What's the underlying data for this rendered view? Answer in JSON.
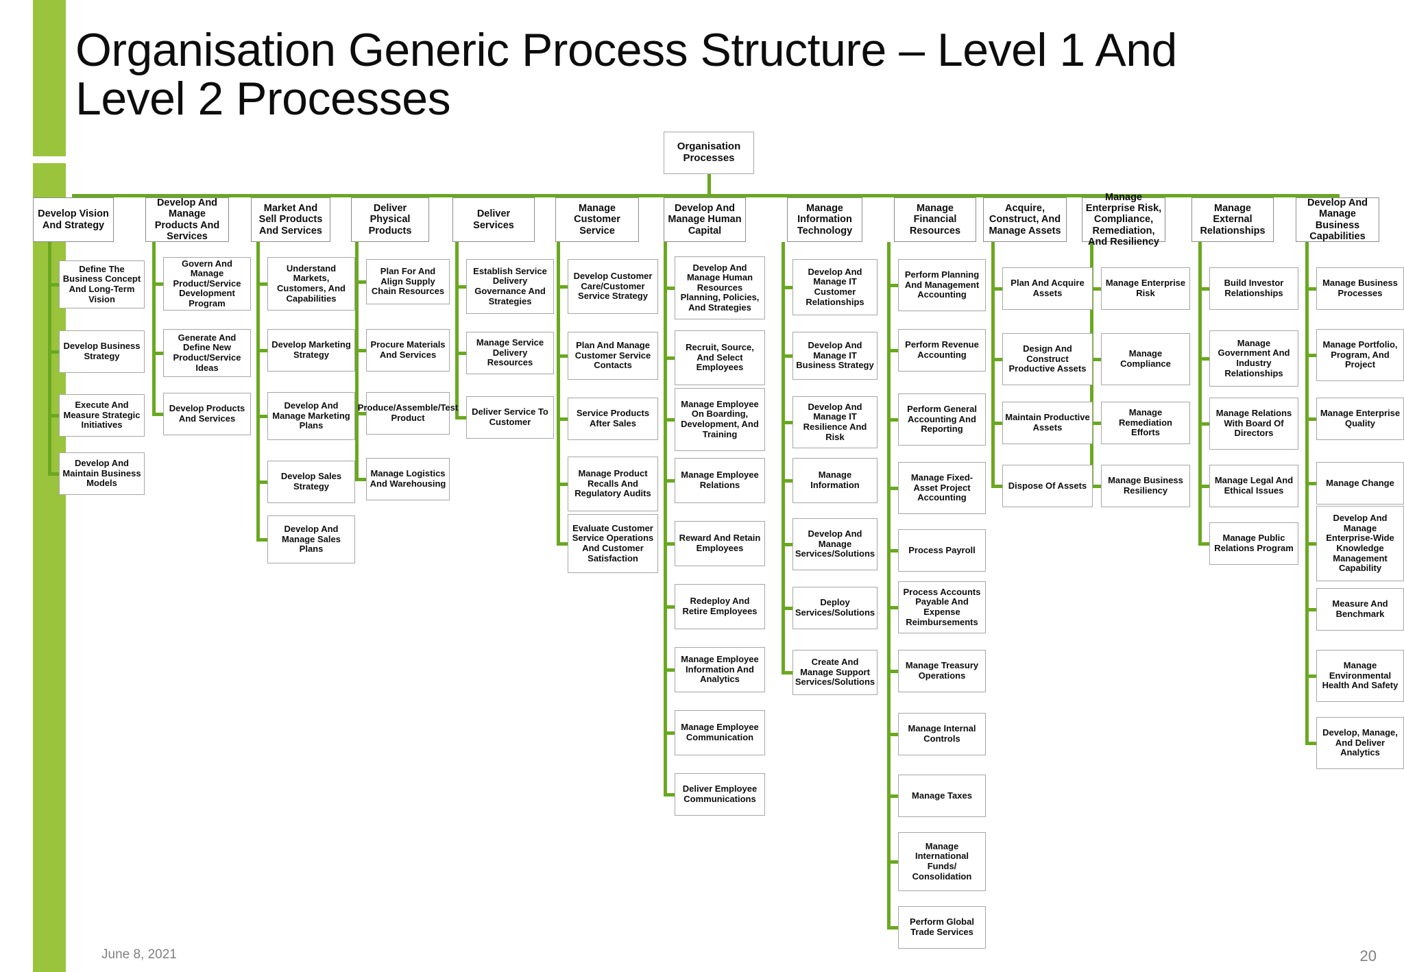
{
  "slide": {
    "title": "Organisation Generic Process Structure – Level 1 And Level 2 Processes",
    "accent_color": "#9ac43c",
    "connector_color": "#6aa821",
    "footer_date": "June 8, 2021",
    "page_number": "20"
  },
  "chart_data": {
    "type": "tree",
    "root": "Organisation Processes",
    "columns": [
      {
        "level1": "Develop Vision And Strategy",
        "level2": [
          "Define The Business Concept And Long-Term Vision",
          "Develop Business Strategy",
          "Execute And Measure Strategic Initiatives",
          "Develop And Maintain Business Models"
        ]
      },
      {
        "level1": "Develop And Manage Products And Services",
        "level2": [
          "Govern And Manage Product/Service Development Program",
          "Generate And Define New Product/Service Ideas",
          "Develop Products And Services"
        ]
      },
      {
        "level1": "Market And Sell Products And Services",
        "level2": [
          "Understand Markets, Customers, And Capabilities",
          "Develop Marketing Strategy",
          "Develop And Manage Marketing Plans",
          "Develop Sales Strategy",
          "Develop And Manage Sales Plans"
        ]
      },
      {
        "level1": "Deliver Physical Products",
        "level2": [
          "Plan For And Align Supply Chain Resources",
          "Procure Materials And Services",
          "Produce/Assemble/Test Product",
          "Manage Logistics And Warehousing"
        ]
      },
      {
        "level1": "Deliver Services",
        "level2": [
          "Establish Service Delivery Governance And Strategies",
          "Manage Service Delivery Resources",
          "Deliver Service To Customer"
        ]
      },
      {
        "level1": "Manage Customer Service",
        "level2": [
          "Develop Customer Care/Customer Service Strategy",
          "Plan And Manage Customer Service Contacts",
          "Service Products After Sales",
          "Manage Product Recalls And Regulatory Audits",
          "Evaluate Customer Service Operations And Customer Satisfaction"
        ]
      },
      {
        "level1": "Develop And Manage Human Capital",
        "level2": [
          "Develop And Manage Human Resources Planning, Policies, And Strategies",
          "Recruit, Source, And Select Employees",
          "Manage Employee On Boarding, Development, And Training",
          "Manage Employee Relations",
          "Reward And Retain Employees",
          "Redeploy And Retire Employees",
          "Manage Employee Information And Analytics",
          "Manage Employee Communication",
          "Deliver Employee Communications"
        ]
      },
      {
        "level1": "Manage Information Technology",
        "level2": [
          "Develop And Manage IT Customer Relationships",
          "Develop And Manage IT Business Strategy",
          "Develop And Manage IT Resilience And Risk",
          "Manage Information",
          "Develop And Manage Services/Solutions",
          "Deploy Services/Solutions",
          "Create And Manage Support Services/Solutions"
        ]
      },
      {
        "level1": "Manage Financial Resources",
        "level2": [
          "Perform Planning And Management Accounting",
          "Perform Revenue Accounting",
          "Perform General Accounting And Reporting",
          "Manage Fixed-Asset Project Accounting",
          "Process Payroll",
          "Process Accounts Payable And Expense Reimbursements",
          "Manage Treasury Operations",
          "Manage Internal Controls",
          "Manage Taxes",
          "Manage International Funds/ Consolidation",
          "Perform Global Trade Services"
        ]
      },
      {
        "level1": "Acquire, Construct, And Manage Assets",
        "level2": [
          "Plan And Acquire Assets",
          "Design And Construct Productive Assets",
          "Maintain Productive Assets",
          "Dispose Of Assets"
        ]
      },
      {
        "level1": "Manage Enterprise Risk, Compliance, Remediation, And Resiliency",
        "level2": [
          "Manage Enterprise Risk",
          "Manage Compliance",
          "Manage Remediation Efforts",
          "Manage Business Resiliency"
        ]
      },
      {
        "level1": "Manage External Relationships",
        "level2": [
          "Build Investor Relationships",
          "Manage Government And Industry Relationships",
          "Manage Relations With Board Of Directors",
          "Manage Legal And Ethical Issues",
          "Manage Public Relations Program"
        ]
      },
      {
        "level1": "Develop And Manage Business Capabilities",
        "level2": [
          "Manage Business Processes",
          "Manage Portfolio, Program, And Project",
          "Manage Enterprise Quality",
          "Manage Change",
          "Develop And Manage Enterprise-Wide Knowledge Management Capability",
          "Measure And Benchmark",
          "Manage Environmental Health And Safety",
          "Develop, Manage, And Deliver Analytics"
        ]
      }
    ]
  }
}
